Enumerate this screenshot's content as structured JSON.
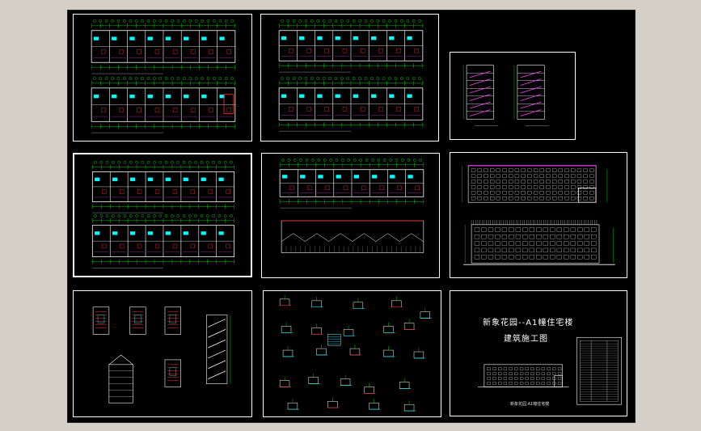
{
  "document": {
    "title_line1": "新象花园--A1幢住宅楼",
    "title_line2": "建筑施工图",
    "caption": "新象花园  A1幢住宅楼"
  },
  "colors": {
    "background": "#000000",
    "workspace": "#d4d0c8",
    "sheet_border": "#ffffff",
    "wall": "#ffffff",
    "grid": "#00ff00",
    "accent": "#ff3030",
    "dim": "#00ffff",
    "magenta": "#ff40ff",
    "yellow": "#ffff00"
  },
  "sheets": [
    {
      "id": "s1",
      "content": "floor-plans-pair"
    },
    {
      "id": "s2",
      "content": "floor-plans-pair"
    },
    {
      "id": "s3",
      "content": "sections"
    },
    {
      "id": "s4",
      "content": "floor-plans-pair"
    },
    {
      "id": "s5",
      "content": "plan-and-roof"
    },
    {
      "id": "s6",
      "content": "elevations"
    },
    {
      "id": "s7",
      "content": "stair-details"
    },
    {
      "id": "s8",
      "content": "construction-details"
    },
    {
      "id": "s9",
      "content": "cover-sheet"
    }
  ]
}
